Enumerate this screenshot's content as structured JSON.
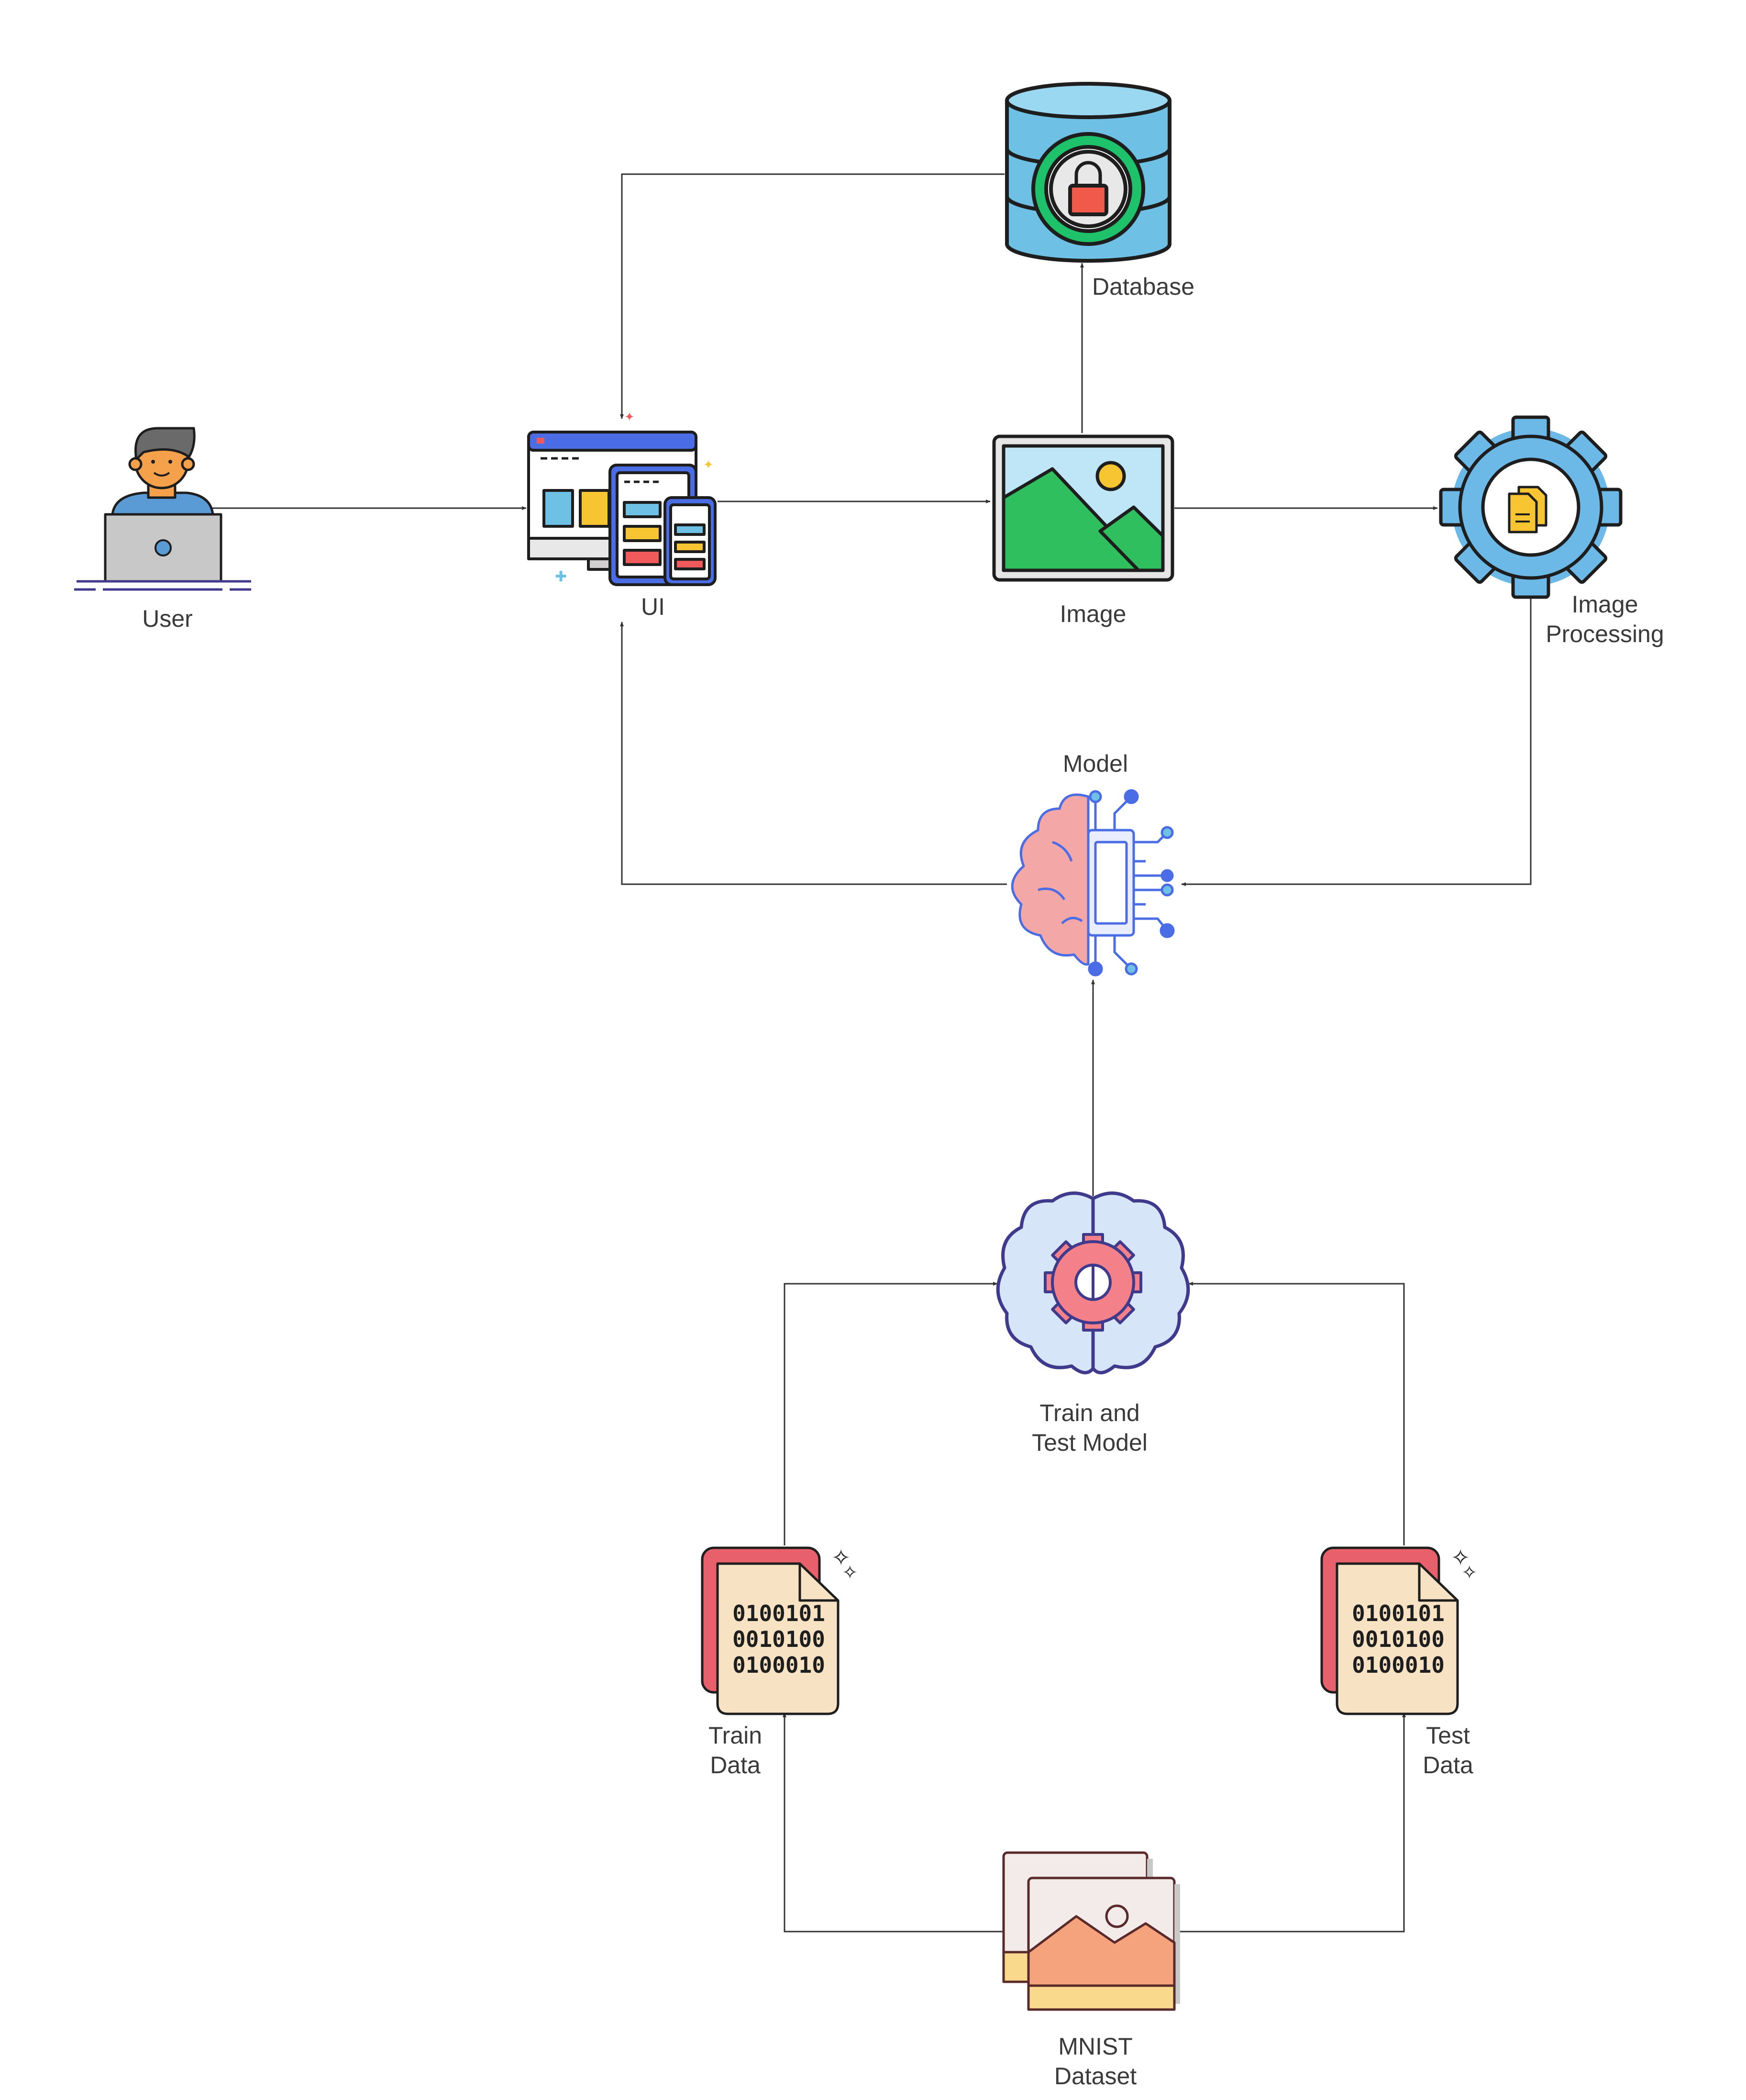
{
  "labels": {
    "user": "User",
    "ui": "UI",
    "image": "Image",
    "image_processing_1": "Image",
    "image_processing_2": "Processing",
    "database": "Database",
    "model": "Model",
    "train_test_1": "Train and",
    "train_test_2": "Test Model",
    "train_data_1": "Train",
    "train_data_2": "Data",
    "test_data_1": "Test",
    "test_data_2": "Data",
    "mnist_1": "MNIST",
    "mnist_2": "Dataset"
  },
  "binary": {
    "line1": "0100101",
    "line2": "0010100",
    "line3": "0100010"
  },
  "colors": {
    "arrow": "#333333",
    "outline": "#1e1e1e",
    "db_blue": "#6ec1e4",
    "gear_blue": "#6cb8e6",
    "lock_green": "#1ec26a",
    "lock_red": "#f15a4a",
    "image_green": "#2fbf5f",
    "sun_yellow": "#f7c531",
    "brain_pink": "#f4a7a7",
    "circuit_blue": "#4a6de5",
    "data_red": "#e8606b",
    "paper": "#f7e2c3",
    "dataset_orange": "#f5a37d"
  },
  "icons": [
    "user-icon",
    "ui-devices-icon",
    "image-icon",
    "gear-document-icon",
    "database-lock-icon",
    "brain-circuit-icon",
    "brain-gear-icon",
    "binary-file-icon",
    "image-stack-icon"
  ]
}
